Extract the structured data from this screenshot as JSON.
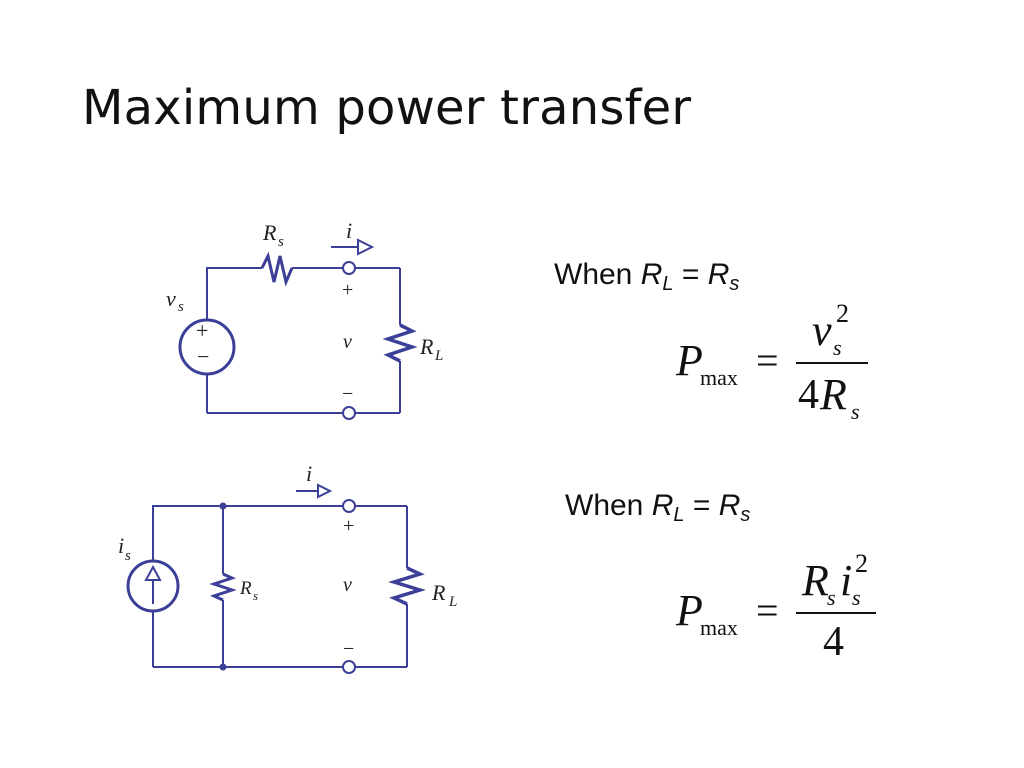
{
  "slide": {
    "title": "Maximum power transfer"
  },
  "circuit1": {
    "source_label": "v",
    "source_label_sub": "s",
    "series_resistor_label": "R",
    "series_resistor_sub": "s",
    "current_label": "i",
    "voltage_label": "v",
    "load_label": "R",
    "load_sub": "L",
    "plus": "+",
    "minus": "−",
    "source_plus": "+",
    "source_minus": "−"
  },
  "circuit2": {
    "source_label": "i",
    "source_label_sub": "s",
    "shunt_resistor_label": "R",
    "shunt_resistor_sub": "s",
    "current_label": "i",
    "voltage_label": "v",
    "load_label": "R",
    "load_sub": "L",
    "plus": "+",
    "minus": "−"
  },
  "condition1": {
    "when": "When",
    "r1": "R",
    "r1_sub": "L",
    "equals": "=",
    "r2": "R",
    "r2_sub": "s"
  },
  "formula1": {
    "lhs": "P",
    "lhs_sub": "max",
    "equals": "=",
    "num_var": "v",
    "num_sub": "s",
    "num_sup": "2",
    "den_coef": "4",
    "den_var": "R",
    "den_sub": "s"
  },
  "condition2": {
    "when": "When",
    "r1": "R",
    "r1_sub": "L",
    "equals": "=",
    "r2": "R",
    "r2_sub": "s"
  },
  "formula2": {
    "lhs": "P",
    "lhs_sub": "max",
    "equals": "=",
    "num_var1": "R",
    "num_sub1": "s",
    "num_var2": "i",
    "num_sub2": "s",
    "num_sup": "2",
    "den": "4"
  },
  "colors": {
    "wire": "#3b3f98",
    "text": "#111111"
  }
}
